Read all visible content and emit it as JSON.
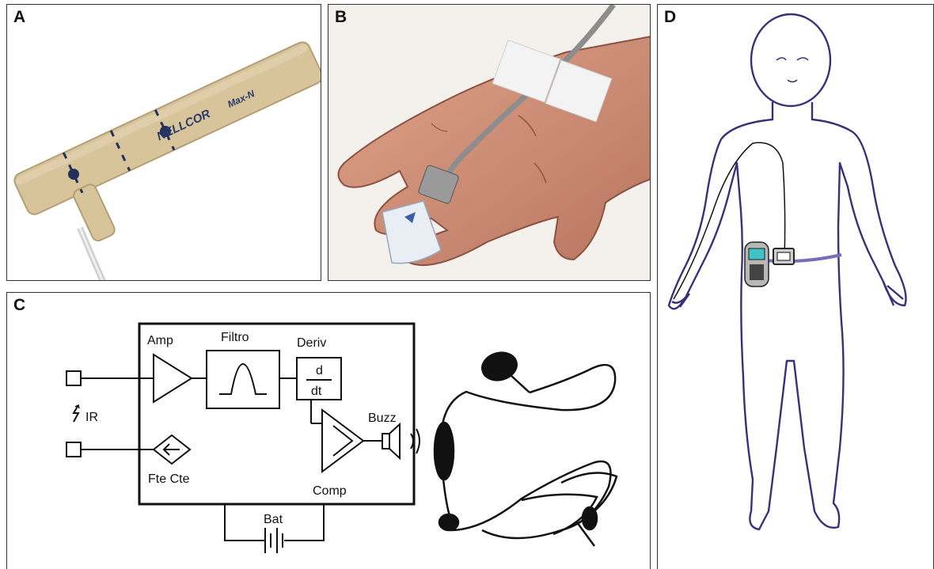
{
  "panels": {
    "a": {
      "label": "A",
      "brand": "NELLCOR",
      "model": "Max-N"
    },
    "b": {
      "label": "B"
    },
    "c": {
      "label": "C",
      "amp": "Amp",
      "filter": "Filtro",
      "deriv": "Deriv",
      "deriv_num": "d",
      "deriv_den": "dt",
      "ir": "IR",
      "source": "Fte Cte",
      "buzz": "Buzz",
      "comp": "Comp",
      "bat": "Bat"
    },
    "d": {
      "label": "D"
    }
  }
}
